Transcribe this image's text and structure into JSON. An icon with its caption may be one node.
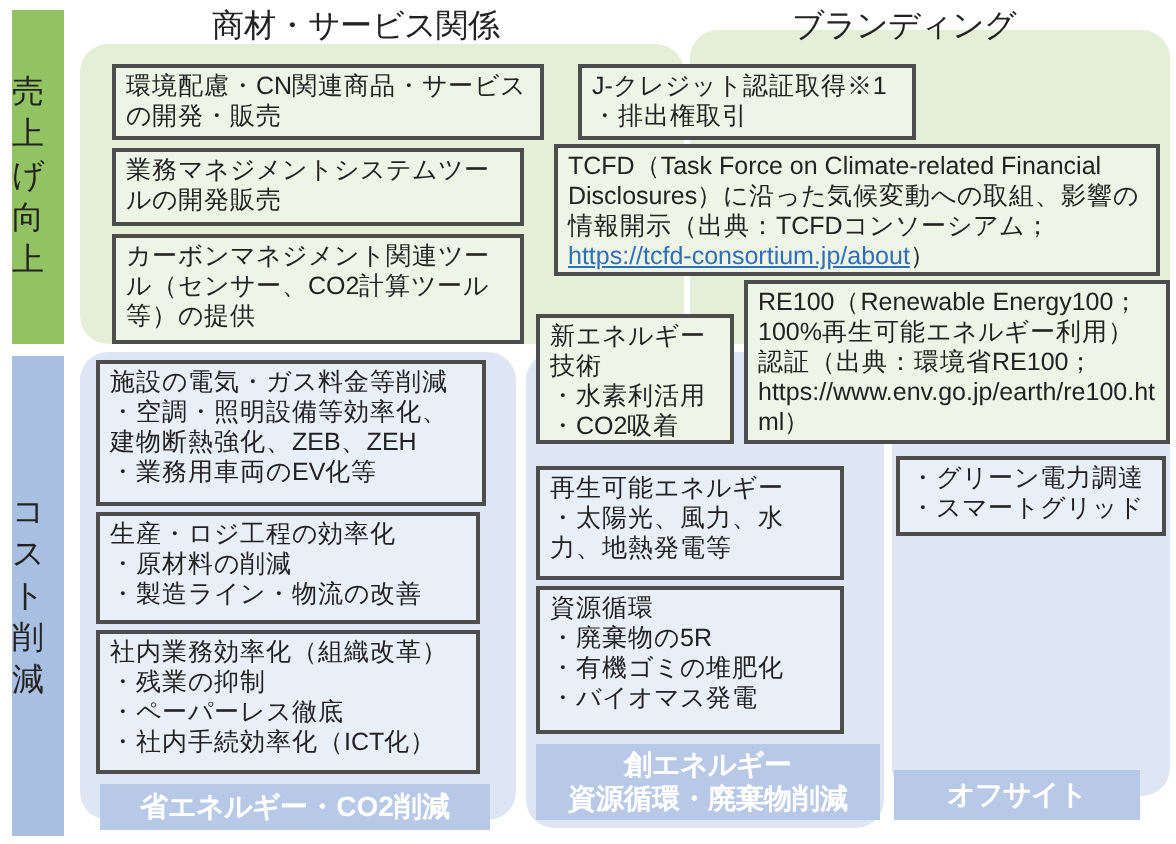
{
  "diagram": {
    "nodes": [
      {
        "text": [
          "売上げ向上"
        ]
      },
      {
        "text": [
          "コスト削減"
        ]
      },
      {
        "text": [
          "商材・サービス関係"
        ]
      },
      {
        "text": [
          "ブランディング"
        ]
      },
      {
        "text": [
          "環境配慮・CN関連商品・サービスの開発・販売"
        ]
      },
      {
        "text": [
          "業務マネジメントシステムツールの開発販売"
        ]
      },
      {
        "text": [
          "カーボンマネジメント関連ツール（センサー、CO2計算ツール等）の提供"
        ]
      },
      {
        "text": [
          "J-クレジット認証取得※1",
          "・排出権取引"
        ]
      },
      {
        "text": [
          "TCFD（Task Force on Climate-related Financial Disclosures）に沿った気候変動への取組、影響の情報開示（出典：TCFDコンソーシアム；",
          "https://tcfd-consortium.jp/about",
          "）"
        ]
      },
      {
        "text": [
          "新エネルギー技術",
          "・水素利活用",
          "・CO2吸着"
        ]
      },
      {
        "text": [
          "RE100（Renewable Energy100；100%再生可能エネルギー利用）認証（出典：環境省RE100；https://www.env.go.jp/earth/re100.html）"
        ]
      },
      {
        "text": [
          "施設の電気・ガス料金等削減",
          "・空調・照明設備等効率化、建物断熱強化、ZEB、ZEH",
          "・業務用車両のEV化等"
        ]
      },
      {
        "text": [
          "生産・ロジ工程の効率化",
          "・原材料の削減",
          "・製造ライン・物流の改善"
        ]
      },
      {
        "text": [
          "社内業務効率化（組織改革）",
          "・残業の抑制",
          "・ペーパーレス徹底",
          "・社内手続効率化（ICT化）"
        ]
      },
      {
        "text": [
          "再生可能エネルギー",
          "・太陽光、風力、水力、地熱発電等"
        ]
      },
      {
        "text": [
          "資源循環",
          "・廃棄物の5R",
          "・有機ゴミの堆肥化",
          "・バイオマス発電"
        ]
      },
      {
        "text": [
          "・グリーン電力調達",
          "・スマートグリッド"
        ]
      },
      {
        "text": [
          "省エネルギー・CO2削減"
        ]
      },
      {
        "text": [
          "創エネルギー",
          "資源循環・廃棄物削減"
        ]
      },
      {
        "text": [
          "オフサイト"
        ]
      }
    ]
  }
}
